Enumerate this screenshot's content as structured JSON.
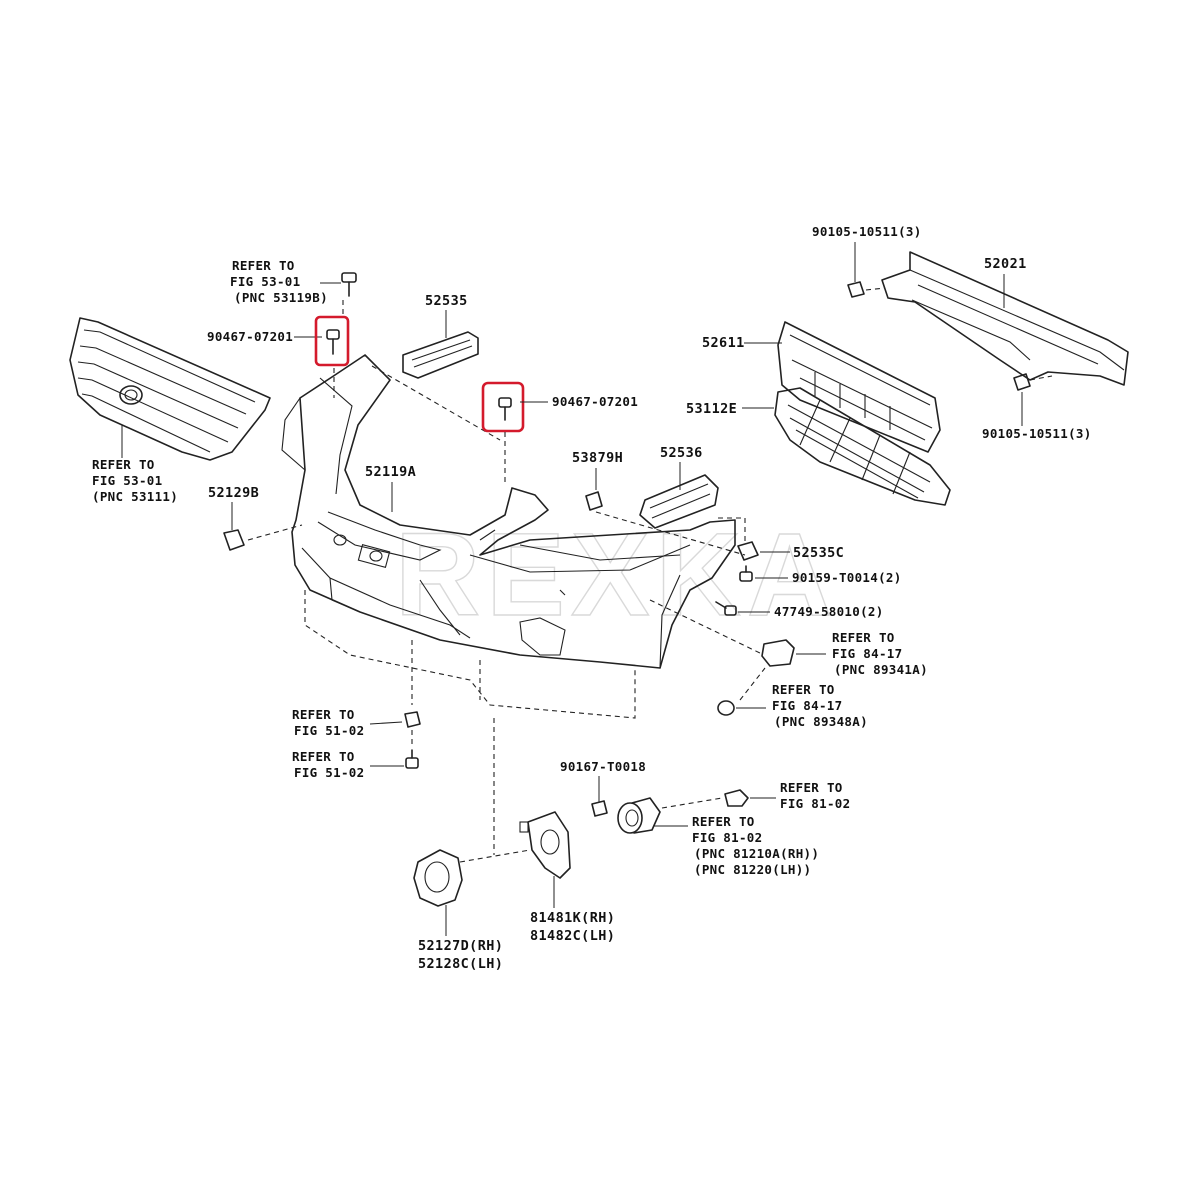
{
  "watermark": "REXKA",
  "highlight_color": "#d41a2c",
  "labels": {
    "grille_ref": [
      "REFER TO",
      "FIG 53-01",
      "(PNC 53111)"
    ],
    "top_bolt_ref": [
      "REFER TO",
      "FIG 53-01",
      "(PNC 53119B)"
    ],
    "clip_left": "90467-07201",
    "clip_center": "90467-07201",
    "bracket_52535": "52535",
    "cover_52119A": "52119A",
    "cap_52129B": "52129B",
    "nut_53879H": "53879H",
    "bracket_52536": "52536",
    "retainer_52535C": "52535C",
    "clip_90159": "90159-T0014(2)",
    "screw_47749": "47749-58010(2)",
    "sensor_ref": [
      "REFER TO",
      "FIG 84-17",
      "(PNC 89341A)"
    ],
    "sensor2_ref": [
      "REFER TO",
      "FIG 84-17",
      "(PNC 89348A)"
    ],
    "bolt_top_reinf": "90105-10511(3)",
    "reinforcement_52021": "52021",
    "absorber_52611": "52611",
    "grille_53112E": "53112E",
    "bolt_bottom_reinf": "90105-10511(3)",
    "screw_ref_a": [
      "REFER TO",
      "FIG 51-02"
    ],
    "screw_ref_b": [
      "REFER TO",
      "FIG 51-02"
    ],
    "screw_90167": "90167-T0018",
    "foglamp_bulb_ref": [
      "REFER TO",
      "FIG 81-02"
    ],
    "foglamp_ref": [
      "REFER TO",
      "FIG 81-02",
      "(PNC 81210A(RH))",
      "(PNC 81220(LH))"
    ],
    "bezel_label": [
      "52127D(RH)",
      "52128C(LH)"
    ],
    "cover_label": [
      "81481K(RH)",
      "81482C(LH)"
    ]
  }
}
